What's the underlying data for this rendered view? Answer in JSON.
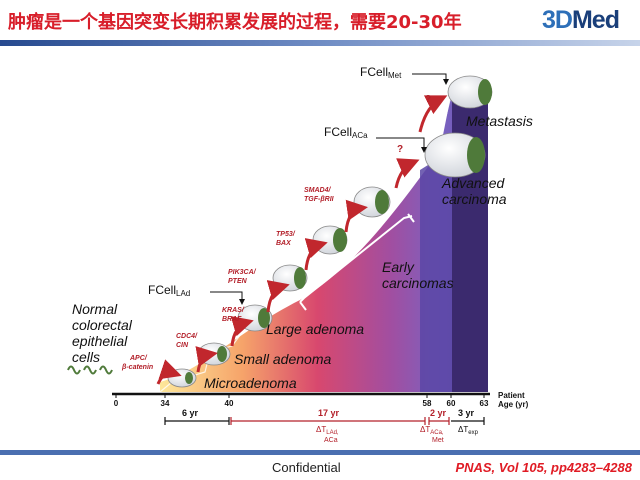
{
  "header": {
    "title": "肿瘤是一个基因突变长期积累发展的过程，需要20-30年",
    "logo_part1": "3D",
    "logo_part2": "Med"
  },
  "diagram": {
    "stages": {
      "normal_line1": "Normal",
      "normal_line2": "colorectal",
      "normal_line3": "epithelial",
      "normal_line4": "cells",
      "microadenoma": "Microadenoma",
      "small_adenoma": "Small adenoma",
      "large_adenoma": "Large adenoma",
      "early_carcinomas_line1": "Early",
      "early_carcinomas_line2": "carcinomas",
      "advanced_line1": "Advanced",
      "advanced_line2": "carcinoma",
      "metastasis": "Metastasis"
    },
    "genes": {
      "apc_line1": "APC/",
      "apc_line2": "β-catenin",
      "cdc4_line1": "CDC4/",
      "cdc4_line2": "CIN",
      "kras_line1": "KRAS/",
      "kras_line2": "BRAF",
      "pik3ca_line1": "PIK3CA/",
      "pik3ca_line2": "PTEN",
      "tp53_line1": "TP53/",
      "tp53_line2": "BAX",
      "smad4_line1": "SMAD4/",
      "smad4_line2": "TGF-βRII"
    },
    "question_marks": [
      "?",
      "?"
    ],
    "fcell": {
      "lad_base": "FCell",
      "lad_sub": "LAd",
      "aca_base": "FCell",
      "aca_sub": "ACa",
      "met_base": "FCell",
      "met_sub": "Met"
    },
    "axis": {
      "ticks": [
        "0",
        "34",
        "40",
        "58",
        "60",
        "63"
      ],
      "label_line1": "Patient",
      "label_line2": "Age (yr)"
    },
    "intervals": {
      "i1_label": "6 yr",
      "i2_label": "17 yr",
      "i2_sub1": "ΔT",
      "i2_sub1_sub": "LAd,",
      "i2_sub2": "ACa",
      "i3_label": "2 yr",
      "i3_sub1": "ΔT",
      "i3_sub1_sub": "ACa,",
      "i3_sub2": "Met",
      "i4_label": "3 yr",
      "i4_sub": "ΔT",
      "i4_sub_sub": "exp"
    }
  },
  "footer": {
    "confidential": "Confidential",
    "citation": "PNAS, Vol 105, pp4283–4288"
  },
  "colors": {
    "title_red": "#d81e2a",
    "gene_red": "#b3202a",
    "arrow_red": "#c1272d",
    "blob_green": "#4f7a3a",
    "purple_dark": "#3b2a6e",
    "purple": "#7d63c0"
  }
}
